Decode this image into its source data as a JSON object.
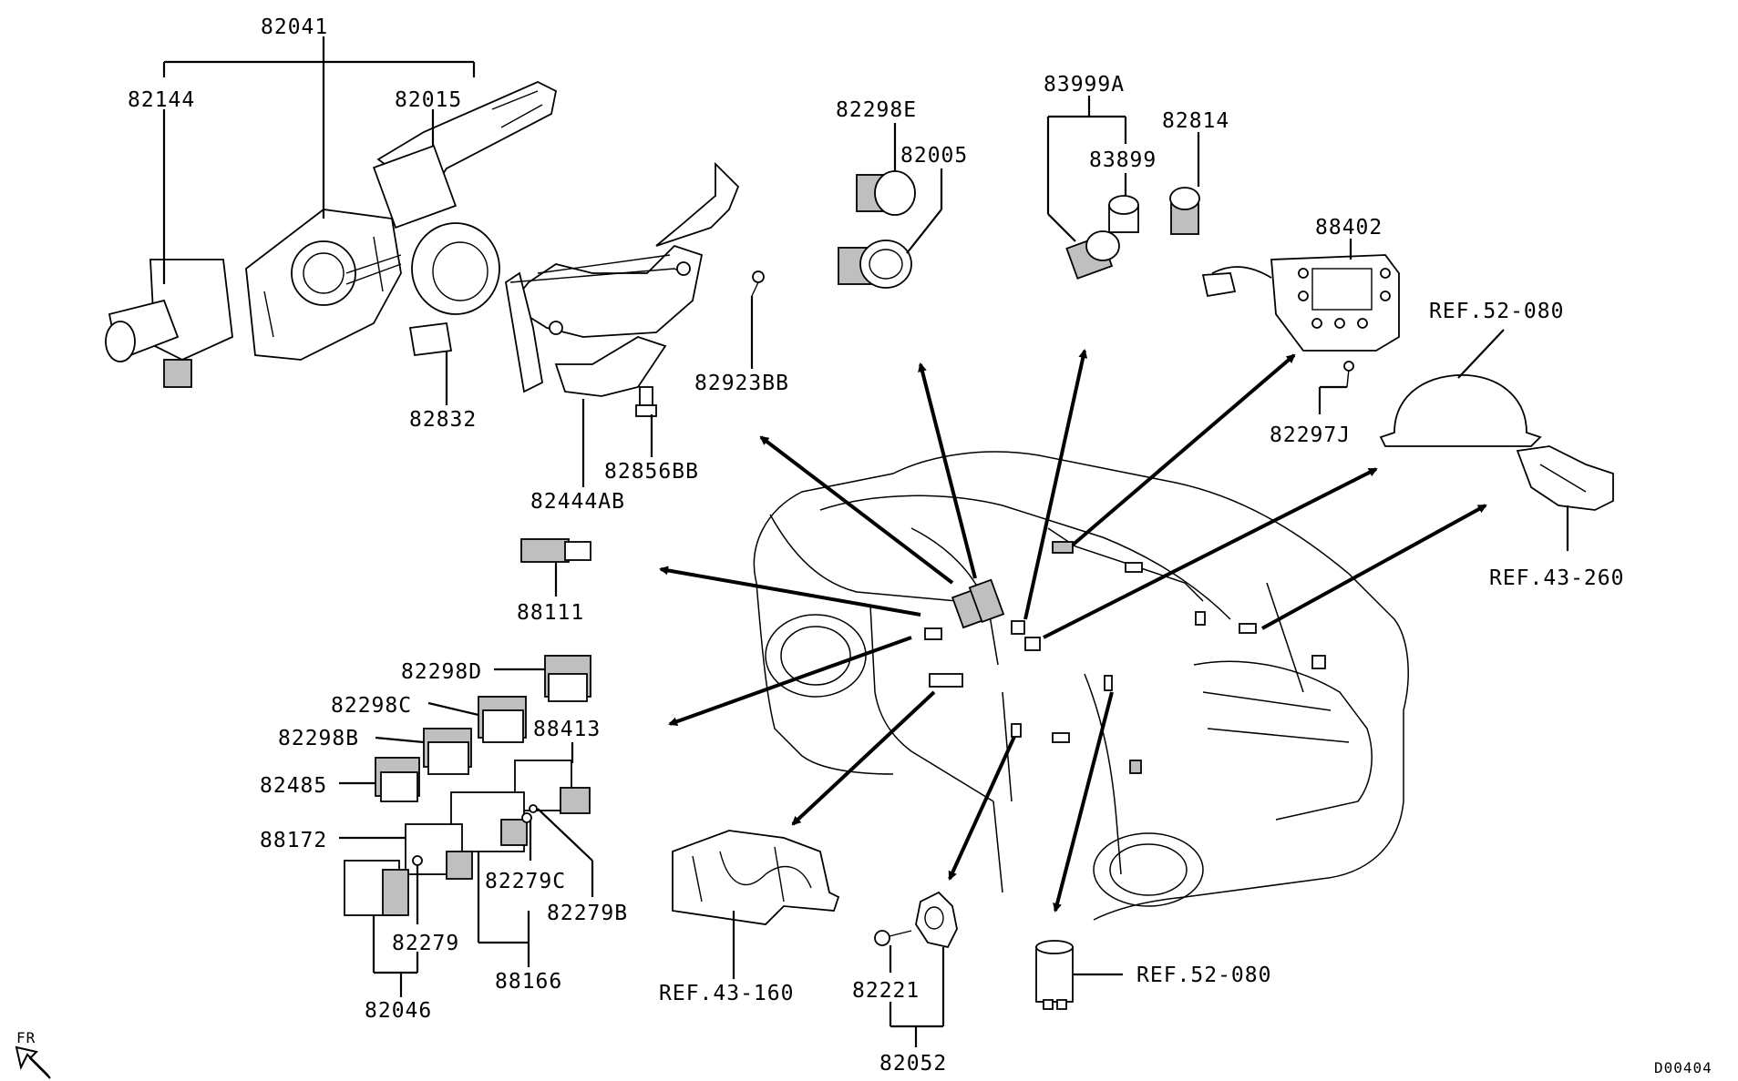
{
  "labels": {
    "p82041": "82041",
    "p82144": "82144",
    "p82015": "82015",
    "p82832": "82832",
    "p82923BB": "82923BB",
    "p82856BB": "82856BB",
    "p82444AB": "82444AB",
    "p82298E": "82298E",
    "p82005": "82005",
    "p83999A": "83999A",
    "p83899": "83899",
    "p82814": "82814",
    "p88402": "88402",
    "p82297J": "82297J",
    "ref52080a": "REF.52-080",
    "ref43260": "REF.43-260",
    "p88111": "88111",
    "p82298D": "82298D",
    "p82298C": "82298C",
    "p82298B": "82298B",
    "p88413": "88413",
    "p82485": "82485",
    "p88172": "88172",
    "p82279C": "82279C",
    "p82279B": "82279B",
    "p82279": "82279",
    "p88166": "88166",
    "p82046": "82046",
    "ref43160": "REF.43-160",
    "p82221": "82221",
    "p82052": "82052",
    "ref52080b": "REF.52-080",
    "fr": "FR",
    "code": "D00404"
  },
  "colors": {
    "ink": "#000000",
    "background": "#ffffff",
    "shade": "#bfbfbf"
  }
}
